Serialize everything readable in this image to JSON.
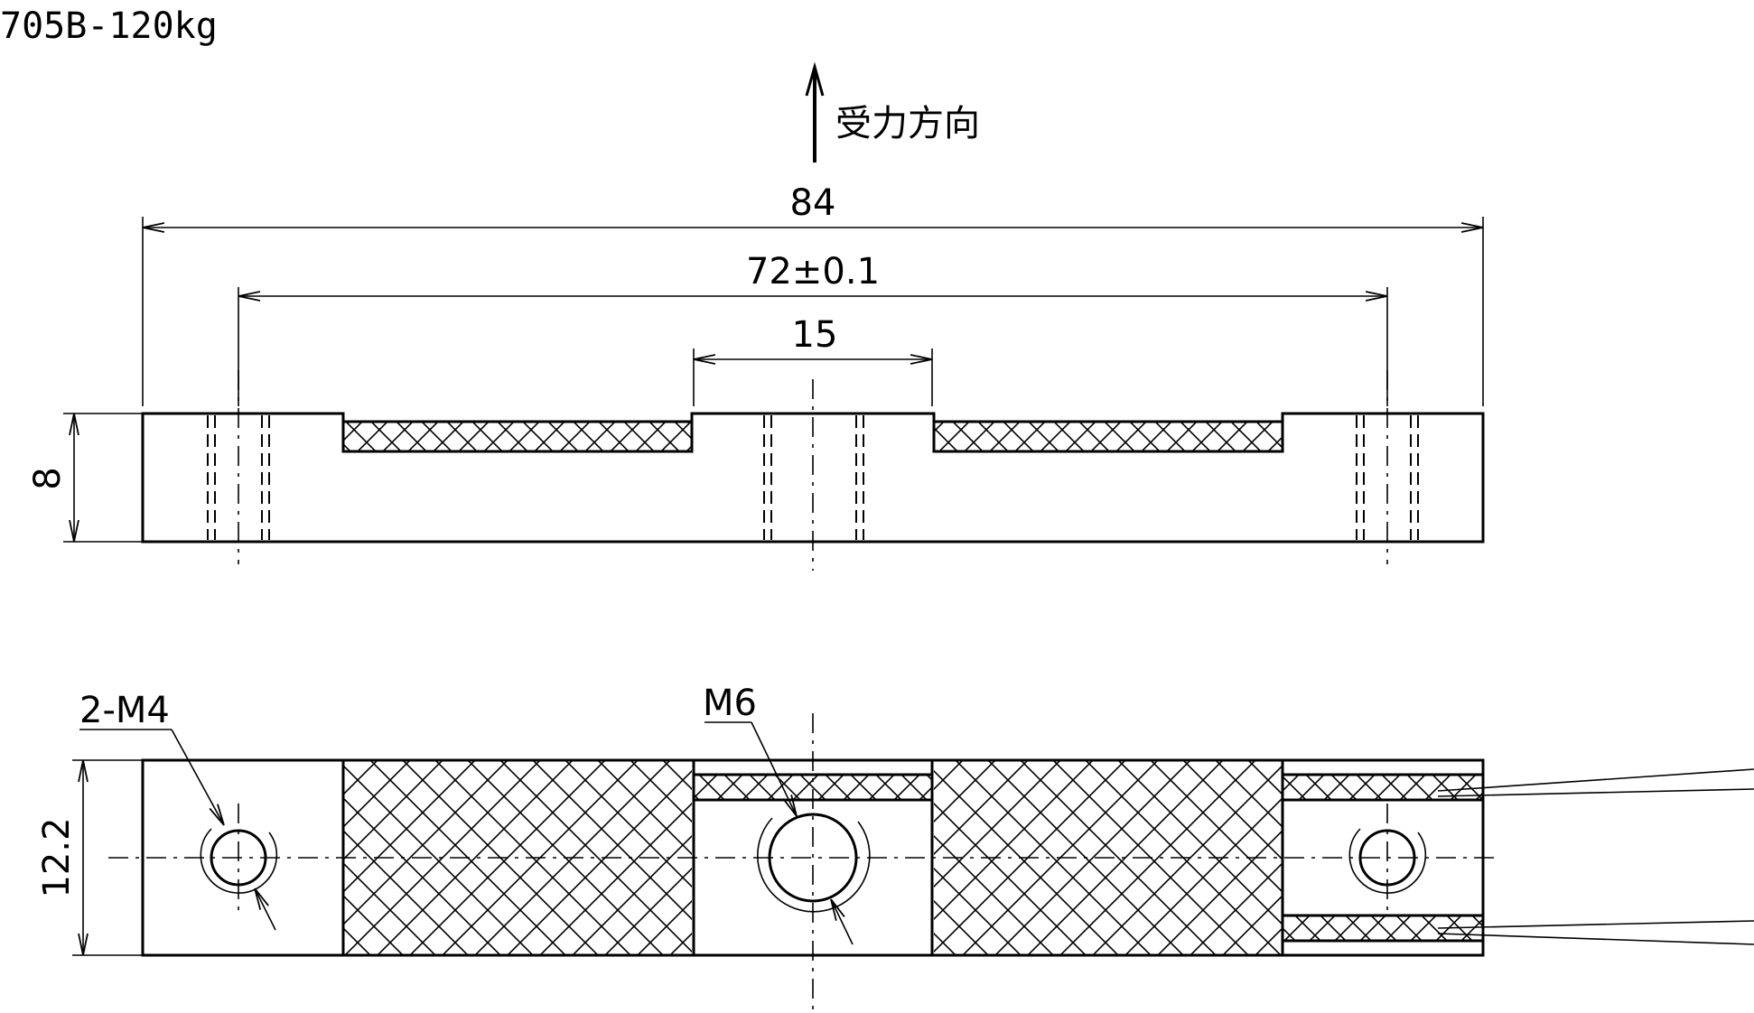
{
  "drawing": {
    "title": "705B-120kg",
    "force_direction_label": "受力方向",
    "dimensions": {
      "overall_length": "84",
      "hole_spacing": "72±0.1",
      "center_block": "15",
      "height": "8",
      "width": "12.2"
    },
    "callouts": {
      "side_holes": "2-M4",
      "center_hole": "M6"
    }
  }
}
